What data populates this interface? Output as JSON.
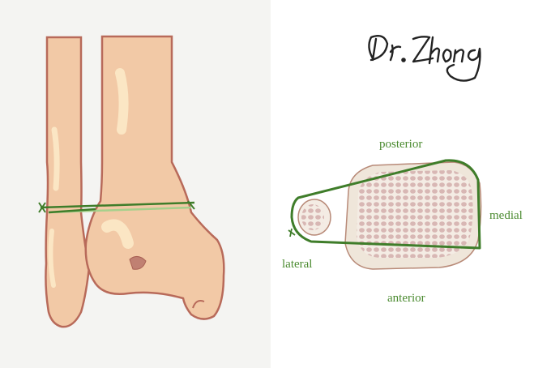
{
  "signature": {
    "text": "Dr. Zhong"
  },
  "cross_section": {
    "labels": {
      "posterior": "posterior",
      "medial": "medial",
      "lateral": "lateral",
      "anterior": "anterior"
    }
  },
  "colors": {
    "background_left": "#f4f4f2",
    "bone_fill": "#f2c9a6",
    "bone_outline": "#b86a5a",
    "bone_highlight": "#fbe6c4",
    "ligament_green": "#3f7d2a",
    "ligament_light": "#a6d08c",
    "label_green": "#4a8a2f",
    "cancellous_fill": "#d8b7b4",
    "cortex_fill": "#efe6da"
  }
}
